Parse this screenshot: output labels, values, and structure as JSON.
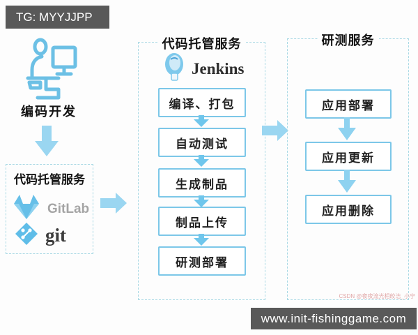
{
  "top_badge": {
    "text": "TG: MYYJJPP"
  },
  "bottom_badge": {
    "text": "www.init-fishinggame.com"
  },
  "watermark": {
    "text": "CSDN @夜夜流光相皎洁_小宁"
  },
  "developer": {
    "label": "编码开发",
    "icon": "developer-at-computer-icon"
  },
  "code_hosting": {
    "title": "代码托管服务",
    "tools": [
      {
        "name": "GitLab",
        "icon": "gitlab-tanuki-icon"
      },
      {
        "name": "git",
        "icon": "git-diamond-icon"
      }
    ]
  },
  "build_pipeline": {
    "title": "代码托管服务",
    "tool": {
      "name": "Jenkins",
      "icon": "jenkins-butler-icon"
    },
    "steps": [
      "编译、打包",
      "自动测试",
      "生成制品",
      "制品上传",
      "研测部署"
    ]
  },
  "test_service": {
    "title": "研测服务",
    "steps": [
      "应用部署",
      "应用更新",
      "应用删除"
    ]
  },
  "colors": {
    "arrow_blue": "#9ad6f1",
    "step_arrow_blue": "#6fc6ec",
    "step_border": "#7cc7e8",
    "dashed_border": "#a8d8e4",
    "badge_bg": "#595959",
    "icon_blue": "#63bfe8",
    "watermark_pink": "#e0a6a6"
  }
}
